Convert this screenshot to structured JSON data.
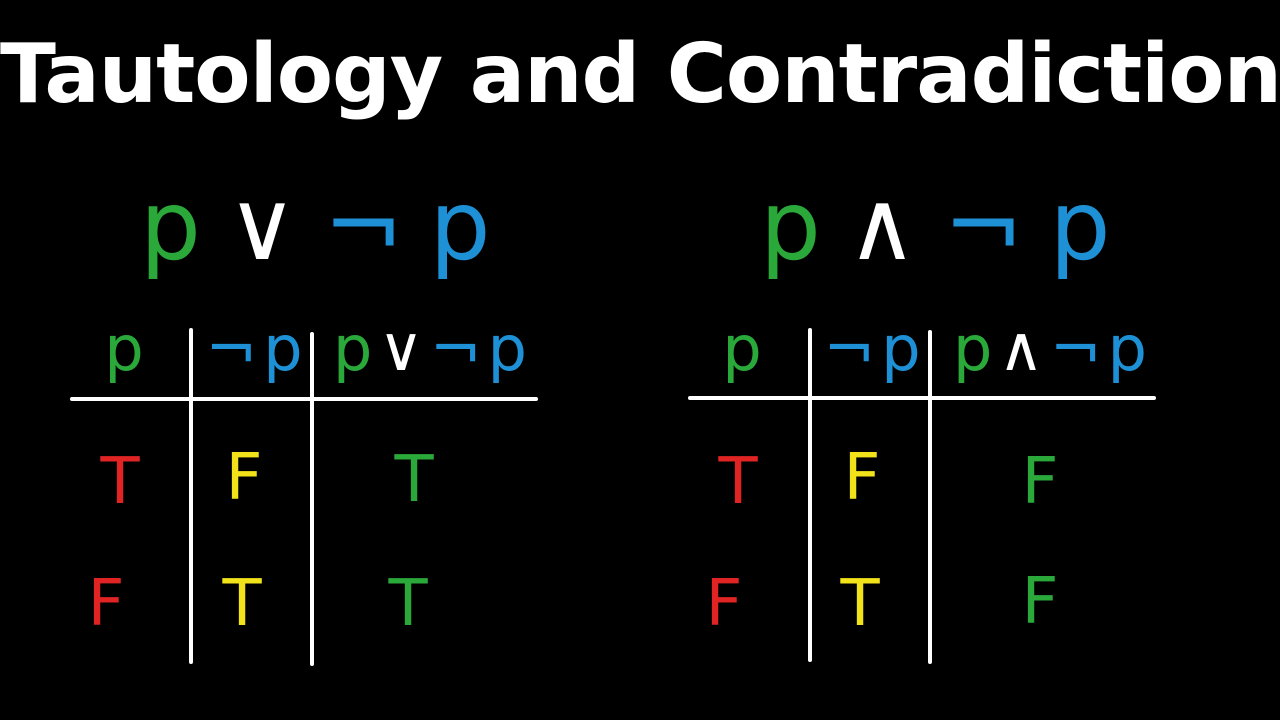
{
  "title": "Tautology and Contradiction",
  "colors": {
    "green": "#2aa83a",
    "blue": "#1e90d6",
    "white": "#ffffff",
    "red": "#e02424",
    "yellow": "#f2e21a"
  },
  "left": {
    "expression": {
      "p": "p",
      "op": "∨",
      "neg": "¬",
      "p2": "p"
    },
    "headers": {
      "col1": "p",
      "col2_neg": "¬",
      "col2_p": "p",
      "col3_p": "p",
      "col3_op": "∨",
      "col3_neg": "¬",
      "col3_p2": "p"
    },
    "rows": [
      {
        "p": "T",
        "not_p": "F",
        "result": "T"
      },
      {
        "p": "F",
        "not_p": "T",
        "result": "T"
      }
    ]
  },
  "right": {
    "expression": {
      "p": "p",
      "op": "∧",
      "neg": "¬",
      "p2": "p"
    },
    "headers": {
      "col1": "p",
      "col2_neg": "¬",
      "col2_p": "p",
      "col3_p": "p",
      "col3_op": "∧",
      "col3_neg": "¬",
      "col3_p2": "p"
    },
    "rows": [
      {
        "p": "T",
        "not_p": "F",
        "result": "F"
      },
      {
        "p": "F",
        "not_p": "T",
        "result": "F"
      }
    ]
  }
}
